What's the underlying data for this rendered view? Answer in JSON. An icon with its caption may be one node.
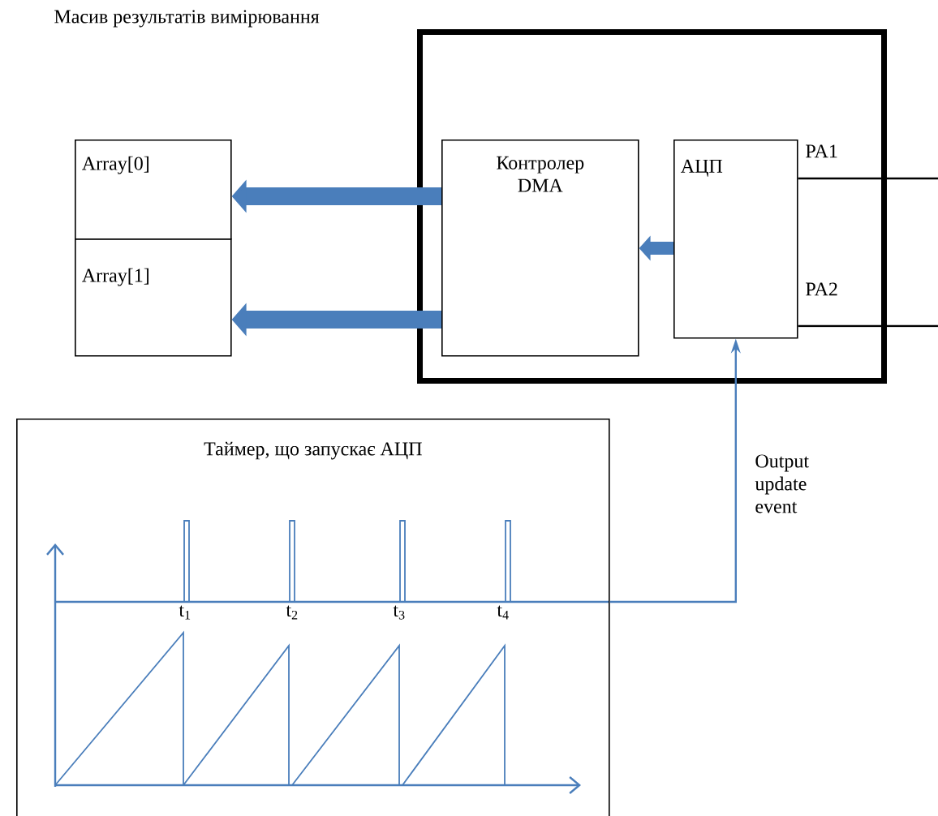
{
  "diagram": {
    "nodes": [
      {
        "text": [],
        "shape": "box"
      },
      {
        "text": [
          "Array[0]"
        ]
      },
      {
        "text": [
          "Array[1]"
        ]
      },
      {
        "text": [
          "Контролер DMA"
        ],
        "in": 0
      },
      {
        "text": [
          "АЦП"
        ],
        "in": 0
      },
      {
        "text": [
          "Таймер, що запускає АЦП"
        ]
      }
    ],
    "edges": [
      {
        "from": 3,
        "to": 1,
        "arrow": "to",
        "style": "thick"
      },
      {
        "from": 3,
        "to": 2,
        "arrow": "to",
        "style": "thick"
      },
      {
        "from": 4,
        "to": 3,
        "arrow": "to",
        "style": "thick"
      },
      {
        "from": 5,
        "to": 4,
        "arrow": "to",
        "label": "Output update event"
      },
      {
        "from": 4,
        "to": null,
        "arrow": "none",
        "label": "PA1",
        "color": "#000000"
      },
      {
        "from": 4,
        "to": null,
        "arrow": "none",
        "label": "PA2",
        "color": "#000000"
      }
    ],
    "labels": [
      "Масив результатів вимірювання",
      "t$_{1}$",
      "t$_{2}$",
      "t$_{3}$",
      "t$_{4}$"
    ]
  }
}
